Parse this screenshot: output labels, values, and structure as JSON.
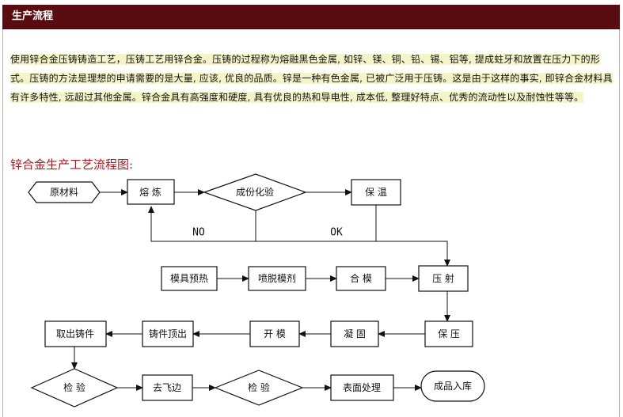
{
  "header": {
    "title": "生产流程"
  },
  "intro": {
    "text": "使用锌合金压铸铸造工艺，压铸工艺用锌合金。压铸的过程称为熔融黑色金属, 如锌、镁、铜、铅、锡、铝等, 提成蛀牙和放置在压力下的形式。压铸的方法是理想的申请需要的是大量, 应该, 优良的品质。锌是一种有色金属, 已被广泛用于压铸。这是由于这样的事实, 即锌合金材料具有许多特性, 远超过其他金属。锌合金具有高强度和硬度, 具有优良的热和导电性, 成本低, 整理好特点、优秀的流动性以及耐蚀性等等。"
  },
  "flow": {
    "title": "锌合金生产工艺流程图:",
    "nodes": {
      "raw": "原材料",
      "melt": "熔  炼",
      "analysis": "成份化验",
      "keep_temp": "保  温",
      "preheat": "模具预热",
      "spray": "喷脱模剂",
      "close_mold": "合  模",
      "inject": "压  射",
      "hold_pressure": "保  压",
      "solidify": "凝  固",
      "open_mold": "开  模",
      "eject": "铸件顶出",
      "take_out": "取出铸件",
      "inspect1": "检  验",
      "deburr": "去飞边",
      "inspect2": "检  验",
      "surface": "表面处理",
      "storage": "成品入库"
    },
    "labels": {
      "no": "NO",
      "ok": "OK"
    }
  }
}
